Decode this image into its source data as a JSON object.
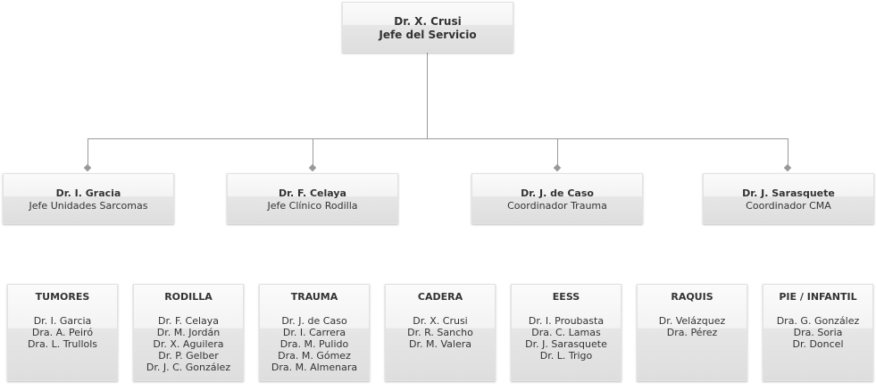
{
  "head": {
    "name": "Dr. X. Crusi",
    "role": "Jefe del Servicio"
  },
  "managers": [
    {
      "name": "Dr. I. Gracia",
      "role": "Jefe Unidades Sarcomas"
    },
    {
      "name": "Dr. F. Celaya",
      "role": "Jefe Clínico Rodilla"
    },
    {
      "name": "Dr. J. de Caso",
      "role": "Coordinador Trauma"
    },
    {
      "name": "Dr. J. Sarasquete",
      "role": "Coordinador CMA"
    }
  ],
  "units": [
    {
      "title": "TUMORES",
      "members": [
        "Dr. I. Garcia",
        "Dra. A. Peiró",
        "Dra. L. Trullols"
      ]
    },
    {
      "title": "RODILLA",
      "members": [
        "Dr. F. Celaya",
        "Dr. M. Jordán",
        "Dr. X. Aguilera",
        "Dr. P. Gelber",
        "Dr. J. C. González"
      ]
    },
    {
      "title": "TRAUMA",
      "members": [
        "Dr. J. de Caso",
        "Dr. I. Carrera",
        "Dra. M. Pulido",
        "Dra. M. Gómez",
        "Dra. M. Almenara"
      ]
    },
    {
      "title": "CADERA",
      "members": [
        "Dr. X. Crusi",
        "Dr. R. Sancho",
        "Dr. M. Valera"
      ]
    },
    {
      "title": "EESS",
      "members": [
        "Dr. I. Proubasta",
        "Dra. C. Lamas",
        "Dr. J. Sarasquete",
        "Dr. L. Trigo"
      ]
    },
    {
      "title": "RAQUIS",
      "members": [
        "Dr. Velázquez",
        "Dra. Pérez"
      ]
    },
    {
      "title": "PIE / INFANTIL",
      "members": [
        "Dra. G. González",
        "Dra. Soria",
        "Dr. Doncel"
      ]
    }
  ]
}
